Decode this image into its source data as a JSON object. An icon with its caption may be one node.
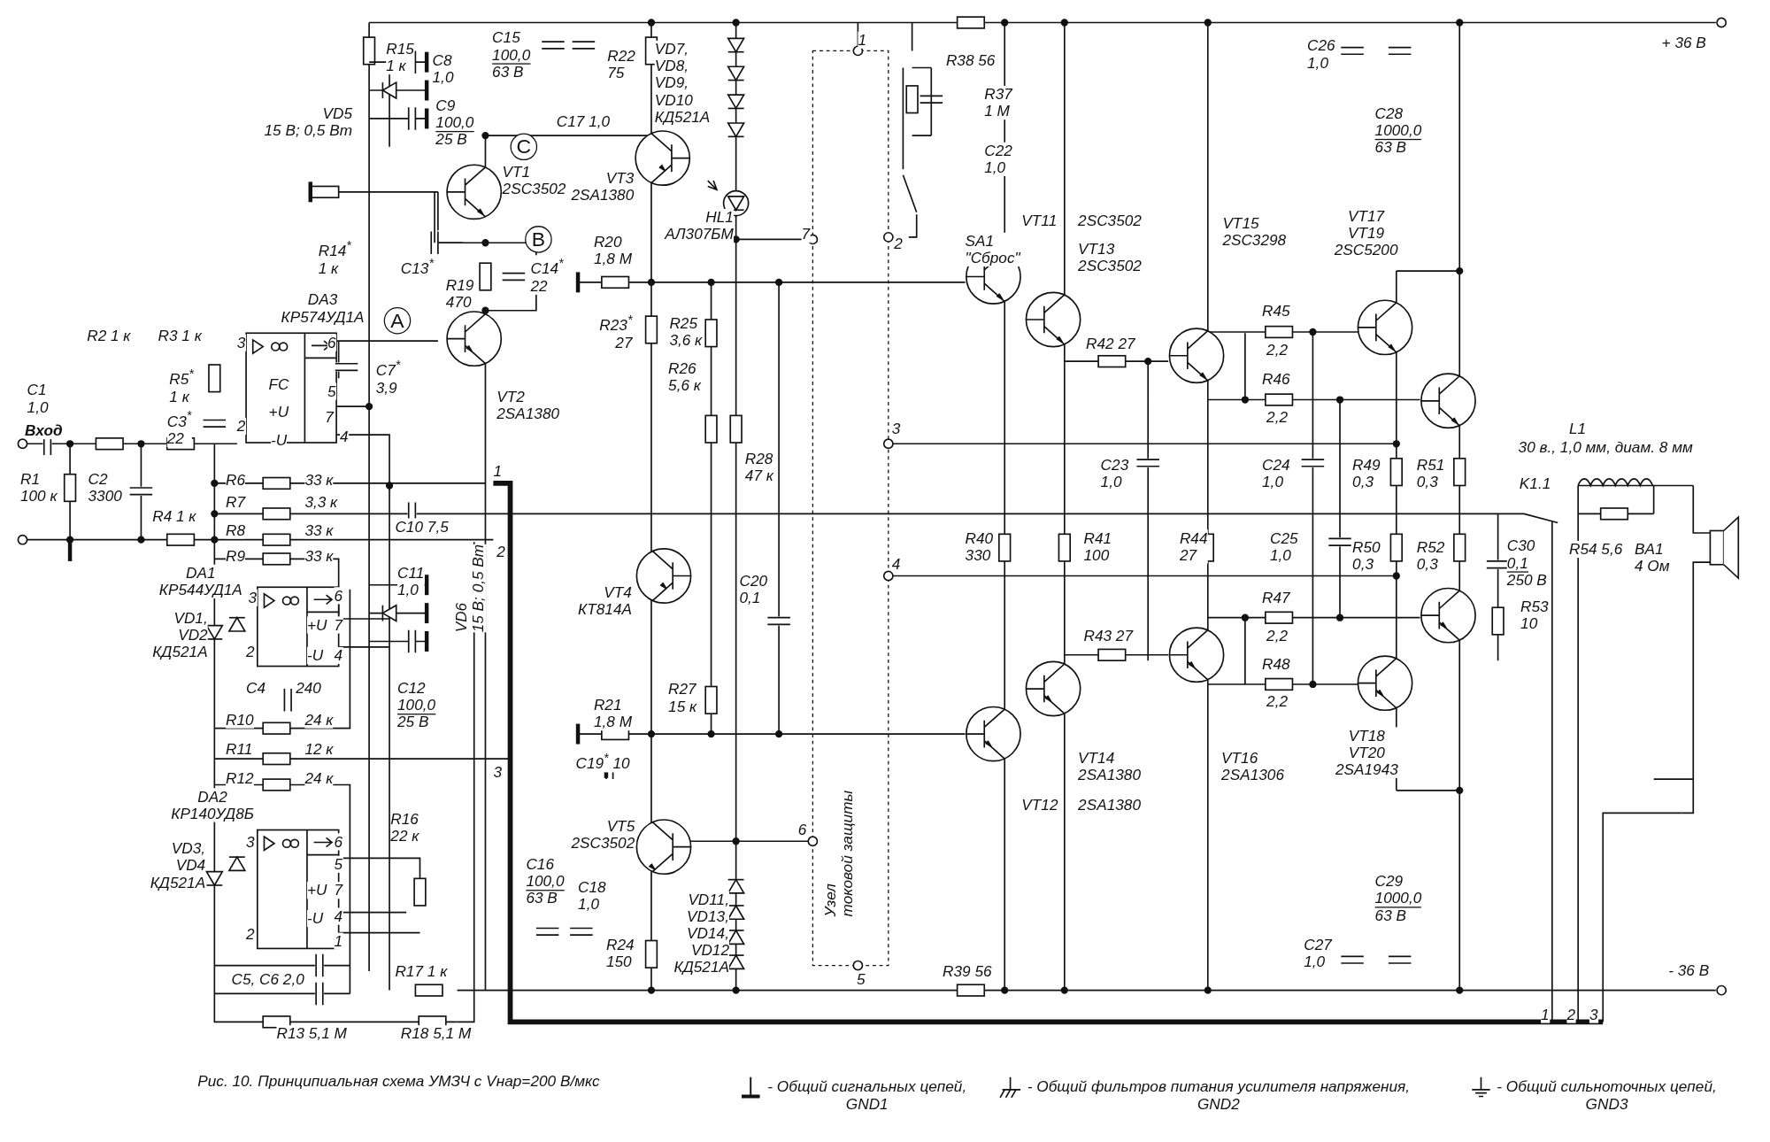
{
  "diagram": {
    "caption": "Рис. 10. Принципиальная схема УМЗЧ с Vнар=200 В/мкс",
    "labels": [
      "R15 1 к",
      "C8 1,0",
      "C15 100,0 63 В",
      "R22 75",
      "VD7, VD8, VD9, VD10 КД521А",
      "1",
      "R38 56",
      "R37 1 М",
      "C22 1,0",
      "SA1 \"Сброс\"",
      "2",
      "C26 1,0",
      "C28 1000,0 63 В",
      "+ 36 В",
      "VD5 15 В; 0,5 Вт",
      "C9 100,0 25 В",
      "C",
      "C17 1,0",
      "VT1 2SC3502",
      "VT3 2SA1380",
      "R14$^{*}$ 1 к",
      "B",
      "C13$^{*}$",
      "HL1 АЛ307БМ",
      "7",
      "VT11",
      "2SC3502",
      "VT13 2SC3502",
      "VT15 2SC3298",
      "VT17 VT19 2SC5200",
      "R20 1,8 М",
      "C14$^{*}$ 22",
      "R19 470",
      "R23$^{*}$ 27",
      "R25 3,6 к",
      "R26 5,6 к",
      "DA3 КР574УД1А",
      "R45",
      "2,2",
      "R42 27",
      "R2 1 к",
      "R3 1 к",
      "3",
      "6",
      "A",
      "R5$^{*}$ 1 к",
      "FC",
      "5",
      "C7$^{*}$ 3,9",
      "VT2 2SA1380",
      "R46",
      "2,2",
      "C3$^{*}$ 22",
      "+U",
      "7",
      "4",
      "2",
      "-U",
      "C1 1,0",
      "Вход",
      "R28 47 к",
      "3",
      "L1",
      "30 в., 1,0 мм, диам. 8 мм",
      "R1 100 к",
      "C2 3300",
      "R6",
      "33 к",
      "1",
      "C23 1,0",
      "C24 1,0",
      "R49 0,3",
      "R51 0,3",
      "K1.1",
      "R7",
      "3,3 к",
      "R4 1 к",
      "R8",
      "33 к",
      "C10 7,5",
      "R40 330",
      "R41 100",
      "R44 27",
      "C25 1,0",
      "R50 0,3",
      "R52 0,3",
      "C30 0,1 250 В",
      "R54 5,6",
      "BA1 4 Ом",
      "2",
      "R9",
      "33 к",
      "4",
      "DA1 КР544УД1А",
      "C11 1,0",
      "VT4 КТ814А",
      "C20 0,1",
      "3",
      "6",
      "R53 10",
      "VD1, VD2 КД521А",
      "+U",
      "7",
      "2",
      "-U",
      "4",
      "R43 27",
      "R47",
      "2,2",
      "R48",
      "2,2",
      "C4",
      "240",
      "C12 100,0 25 В",
      "VD6 15 В; 0,5 Вт",
      "R27 15 к",
      "R21 1,8 М",
      "R10",
      "24 к",
      "R11",
      "12 к",
      "3",
      "C19$^{*}$ 10",
      "R12",
      "24 к",
      "VT18 VT20 2SA1943",
      "VT14 2SA1380",
      "VT16 2SA1306",
      "DA2 КР140УД8Б",
      "VT12",
      "2SA1380",
      "R16 22 к",
      "VT5 2SC3502",
      "3",
      "6",
      "6",
      "5",
      "VD3, VD4 КД521А",
      "C16 100,0 63 В",
      "C18 1,0",
      "C29 1000,0 63 В",
      "+U",
      "7",
      "Узел токовой защиты",
      "VD11, VD13, VD14, VD12 КД521А",
      "-U",
      "4",
      "1",
      "2",
      "R24 150",
      "C27 1,0",
      "R17 1 к",
      "R39 56",
      "5",
      "- 36 В",
      "C5, C6 2,0",
      "1",
      "2",
      "3",
      "R13 5,1 М",
      "R18 5,1 М"
    ],
    "legend": [
      {
        "text": "- Общий сигнальных цепей, GND1"
      },
      {
        "text": "- Общий фильтров питания усилителя напряжения, GND2"
      },
      {
        "text": "- Общий сильноточных цепей, GND3"
      }
    ]
  }
}
